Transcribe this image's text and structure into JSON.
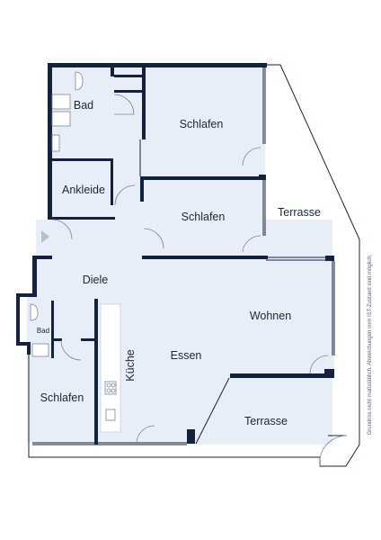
{
  "rooms": {
    "bad_top": "Bad",
    "schlafen_top": "Schlafen",
    "ankleide": "Ankleide",
    "schlafen_middle": "Schlafen",
    "terrasse_right": "Terrasse",
    "diele": "Diele",
    "wohnen": "Wohnen",
    "bad_small": "Bad",
    "essen": "Essen",
    "kueche": "Küche",
    "schlafen_bottom": "Schlafen",
    "terrasse_bottom": "Terrasse"
  },
  "disclaimer": "Grundriss nicht maßstäblich. Abweichungen vom IST-Zustand sind möglich.",
  "colors": {
    "wall": "#13223f",
    "floor": "#e8eef7",
    "outline": "#13223f"
  }
}
